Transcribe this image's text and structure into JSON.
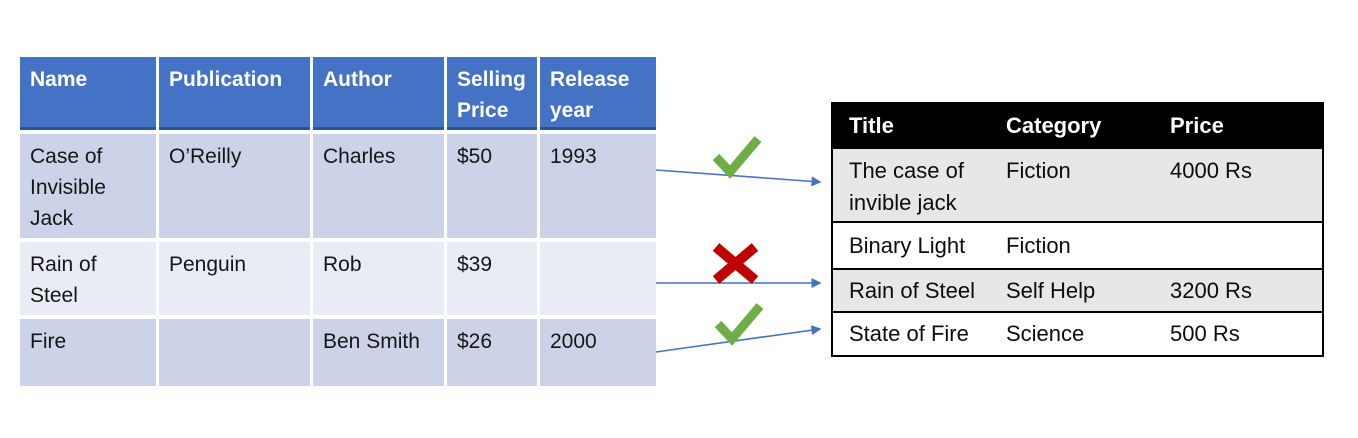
{
  "colors": {
    "left_header_bg": "#4472c4",
    "left_header_underline": "#2e5395",
    "left_row_odd": "#ccd2e8",
    "left_row_even": "#e9ebf5",
    "right_header_bg": "#000000",
    "right_row_odd": "#e7e7e7",
    "right_row_even": "#ffffff",
    "arrow": "#4472c4",
    "check": "#6fad47",
    "cross": "#c00000"
  },
  "source_table": {
    "headers": [
      "Name",
      "Publication",
      "Author",
      "Selling Price",
      "Release year"
    ],
    "rows": [
      [
        "Case of Invisible Jack",
        "O’Reilly",
        "Charles",
        "$50",
        "1993"
      ],
      [
        "Rain of Steel",
        "Penguin",
        "Rob",
        "$39",
        ""
      ],
      [
        "Fire",
        "",
        "Ben Smith",
        "$26",
        "2000"
      ]
    ]
  },
  "target_table": {
    "headers": [
      "Title",
      "Category",
      "Price"
    ],
    "rows": [
      [
        "The case of invible jack",
        "Fiction",
        "4000 Rs"
      ],
      [
        "Binary Light",
        "Fiction",
        ""
      ],
      [
        "Rain of Steel",
        "Self Help",
        "3200 Rs"
      ],
      [
        "State of Fire",
        "Science",
        "500 Rs"
      ]
    ]
  },
  "connections": [
    {
      "from_row": "Case of Invisible Jack",
      "to_row": "The case of invible jack",
      "result": "match",
      "icon": "check-icon"
    },
    {
      "from_row": "Rain of Steel",
      "to_row": "Rain of Steel",
      "result": "mismatch",
      "icon": "cross-icon"
    },
    {
      "from_row": "Fire",
      "to_row": "State of Fire",
      "result": "match",
      "icon": "check-icon"
    }
  ]
}
